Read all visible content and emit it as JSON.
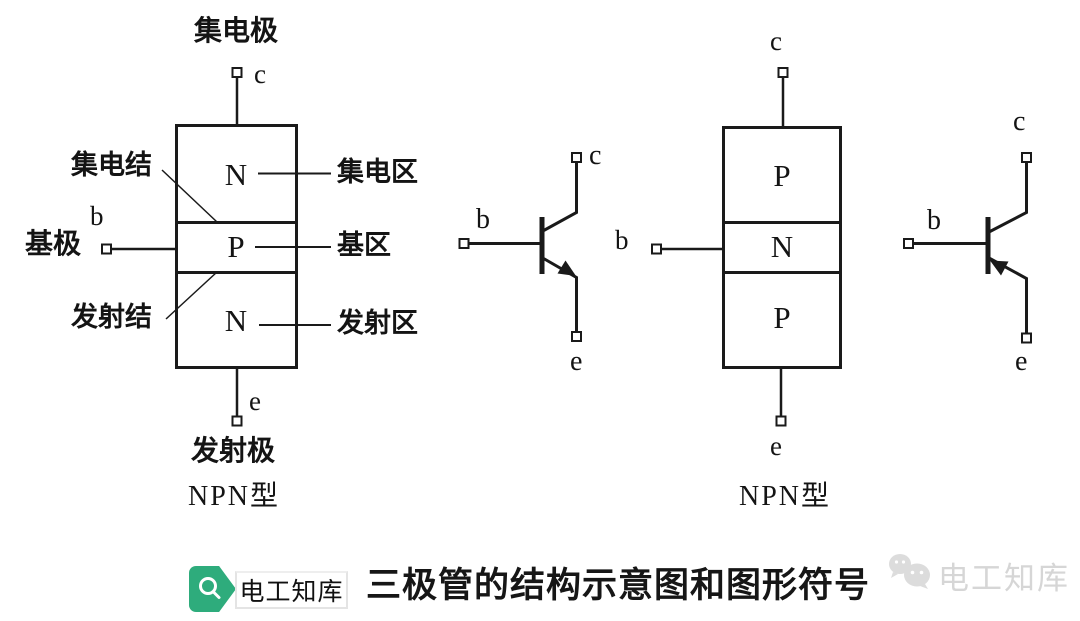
{
  "colors": {
    "line": "#1a1a1a",
    "logo_green": "#2EAC7C",
    "watermark_gray": "#d6d6d6"
  },
  "left_structure": {
    "electrode_top": "集电极",
    "terminal_c": "c",
    "junction_top": "集电结",
    "terminal_b": "b",
    "electrode_left": "基极",
    "junction_bottom": "发射结",
    "region_top": "N",
    "region_mid": "P",
    "region_bottom": "N",
    "region_label_top": "集电区",
    "region_label_mid": "基区",
    "region_label_bottom": "发射区",
    "terminal_e": "e",
    "electrode_bottom": "发射极",
    "type_label": "NPN型"
  },
  "npn_symbol": {
    "terminal_b": "b",
    "terminal_c": "c",
    "terminal_e": "e"
  },
  "right_structure": {
    "terminal_c": "c",
    "terminal_b": "b",
    "terminal_e": "e",
    "region_top": "P",
    "region_mid": "N",
    "region_bottom": "P",
    "type_label": "NPN型"
  },
  "pnp_symbol": {
    "terminal_b": "b",
    "terminal_c": "c",
    "terminal_e": "e"
  },
  "footer": {
    "logo_text": "电工知库",
    "caption": "三极管的结构示意图和图形符号"
  },
  "watermark": {
    "text": "电工知库"
  }
}
